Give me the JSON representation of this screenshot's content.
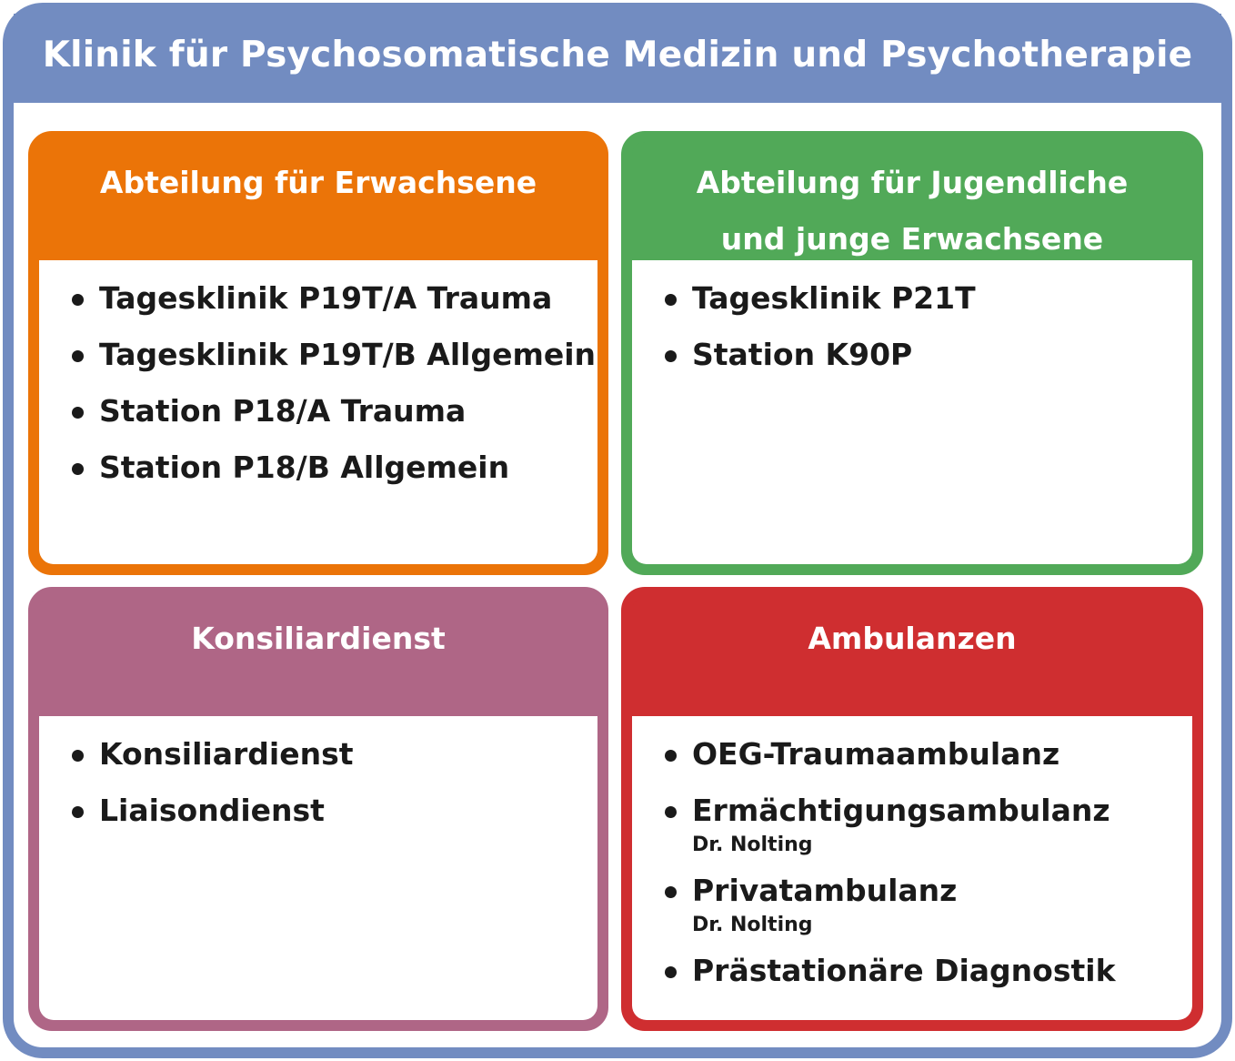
{
  "title": "Klinik für Psychosomatische Medizin und Psychotherapie",
  "colors": {
    "frame": "#728cc1",
    "adults": "#eb7408",
    "youth": "#51a958",
    "konsil": "#af6686",
    "ambulanzen": "#cf2e30"
  },
  "boxes": {
    "adults": {
      "title_lines": [
        "Abteilung für Erwachsene"
      ],
      "items": [
        {
          "label": "Tagesklinik P19T/A Trauma"
        },
        {
          "label": "Tagesklinik P19T/B Allgemein"
        },
        {
          "label": "Station P18/A Trauma"
        },
        {
          "label": "Station P18/B Allgemein"
        }
      ]
    },
    "youth": {
      "title_lines": [
        "Abteilung für Jugendliche",
        "und junge Erwachsene"
      ],
      "items": [
        {
          "label": "Tagesklinik P21T"
        },
        {
          "label": "Station K90P"
        }
      ]
    },
    "konsil": {
      "title_lines": [
        "Konsiliardienst"
      ],
      "items": [
        {
          "label": "Konsiliardienst"
        },
        {
          "label": "Liaisondienst"
        }
      ]
    },
    "ambulanzen": {
      "title_lines": [
        "Ambulanzen"
      ],
      "items": [
        {
          "label": "OEG-Traumaambulanz"
        },
        {
          "label": "Ermächtigungsambulanz",
          "sub": "Dr. Nolting"
        },
        {
          "label": "Privatambulanz",
          "sub": "Dr. Nolting"
        },
        {
          "label": "Prästationäre Diagnostik"
        }
      ]
    }
  }
}
